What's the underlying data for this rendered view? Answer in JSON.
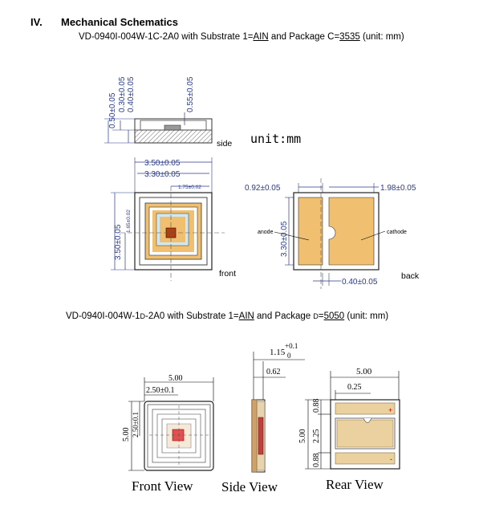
{
  "section": {
    "number": "IV.",
    "title": "Mechanical Schematics"
  },
  "pkg1": {
    "pre": "VD-0940I-004W-1C-2A0 with Substrate 1=",
    "substrate": "AIN",
    "mid": " and Package C=",
    "package": "3535",
    "post": " (unit: mm)",
    "unit_label": "unit:mm",
    "side_dims": [
      "0.50±0.05",
      "0.30±0.05",
      "0.40±0.05",
      "0.55±0.05"
    ],
    "side_label": "side",
    "front_dims": {
      "w1": "3.50±0.05",
      "w2": "3.30±0.05",
      "w3": "1.75±0.02",
      "h1": "3.50±0.05",
      "h2": "1.65±0.02"
    },
    "front_label": "front",
    "back_dims": {
      "left": "0.92±0.05",
      "right": "1.98±0.05",
      "height": "3.30±0.05",
      "gap": "0.40±0.05"
    },
    "anode": "anode",
    "cathode": "cathode",
    "back_label": "back"
  },
  "pkg2": {
    "pre": "VD-0940I-004W-1",
    "d1": "D",
    "mid1": "-2A0 with Substrate 1=",
    "substrate": "AIN",
    "mid2": " and Package ",
    "d2": "D",
    "mid3": "=",
    "package": "5050",
    "post": " (unit: mm)",
    "front": {
      "w": "5.00",
      "half": "2.50±0.1",
      "h": "5.00",
      "hhalf": "2.50±0.1",
      "label": "Front View"
    },
    "side": {
      "total": "1.15",
      "tol": "+0.1",
      "tol2": "0",
      "thick": "0.62",
      "label": "Side View"
    },
    "rear": {
      "w": "5.00",
      "pad": "0.25",
      "h": "5.00",
      "d1": "0.88",
      "d2": "2.25",
      "d3": "0.88",
      "plus": "+",
      "minus": "-",
      "label": "Rear View"
    }
  }
}
